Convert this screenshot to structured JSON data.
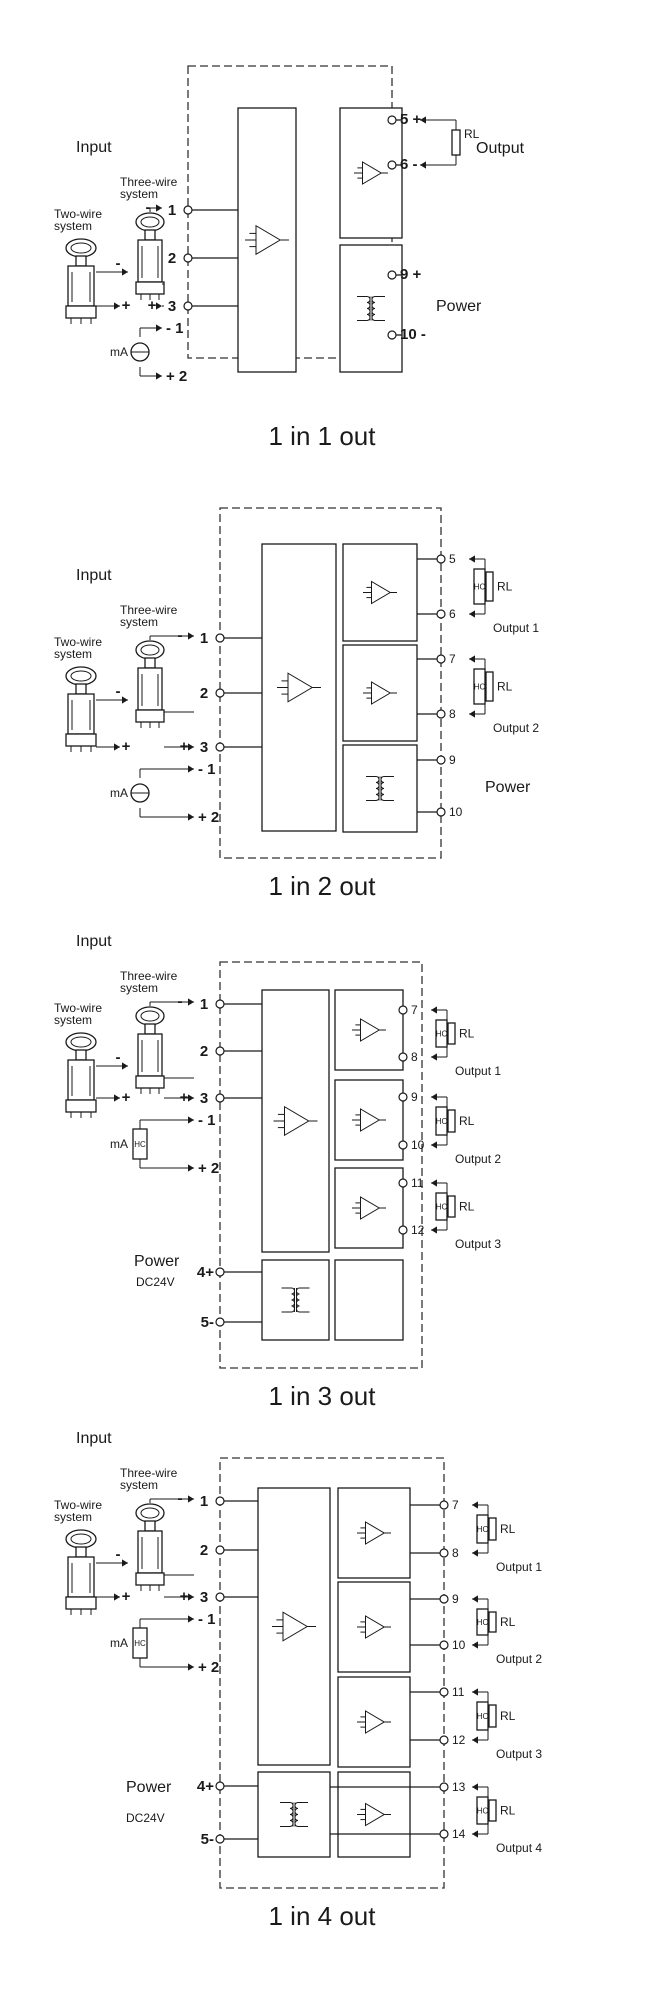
{
  "diagrams": [
    {
      "caption": "1 in  1 out",
      "input_label": "Input",
      "two_wire_label": [
        "Two-wire",
        "system"
      ],
      "three_wire_label": [
        "Three-wire",
        "system"
      ],
      "ma_label": "mA",
      "input_pins": [
        "1",
        "2",
        "3"
      ],
      "ma_pins": [
        "- 1",
        "+ 2"
      ],
      "outputs": [
        {
          "pins": [
            "5 +",
            "6 -"
          ],
          "label": "Output",
          "load": "RL"
        }
      ],
      "power": {
        "label": "Power",
        "pins": [
          "9  +",
          "10 -"
        ]
      }
    },
    {
      "caption": "1 in  2 out",
      "input_label": "Input",
      "two_wire_label": [
        "Two-wire",
        "system"
      ],
      "three_wire_label": [
        "Three-wire",
        "system"
      ],
      "ma_label": "mA",
      "input_pins": [
        "1",
        "2",
        "3"
      ],
      "ma_pins": [
        "- 1",
        "+ 2"
      ],
      "outputs": [
        {
          "pins": [
            "5",
            "6"
          ],
          "label": "Output 1",
          "load": "RL"
        },
        {
          "pins": [
            "7",
            "8"
          ],
          "label": "Output 2",
          "load": "RL"
        }
      ],
      "power": {
        "label": "Power",
        "pins": [
          "9",
          "10"
        ]
      }
    },
    {
      "caption": "1 in  3 out",
      "input_label": "Input",
      "two_wire_label": [
        "Two-wire",
        "system"
      ],
      "three_wire_label": [
        "Three-wire",
        "system"
      ],
      "ma_label": "mA",
      "input_pins": [
        "1",
        "2",
        "3"
      ],
      "ma_pins": [
        "- 1",
        "+ 2"
      ],
      "outputs": [
        {
          "pins": [
            "7",
            "8"
          ],
          "label": "Output 1",
          "load": "RL"
        },
        {
          "pins": [
            "9",
            "10"
          ],
          "label": "Output 2",
          "load": "RL"
        },
        {
          "pins": [
            "11",
            "12"
          ],
          "label": "Output 3",
          "load": "RL"
        }
      ],
      "power": {
        "label": "Power",
        "sub": "DC24V",
        "pins": [
          "4+",
          "5-"
        ]
      }
    },
    {
      "caption": "1 in  4 out",
      "input_label": "Input",
      "two_wire_label": [
        "Two-wire",
        "system"
      ],
      "three_wire_label": [
        "Three-wire",
        "system"
      ],
      "ma_label": "mA",
      "input_pins": [
        "1",
        "2",
        "3"
      ],
      "ma_pins": [
        "- 1",
        "+ 2"
      ],
      "outputs": [
        {
          "pins": [
            "7",
            "8"
          ],
          "label": "Output 1",
          "load": "RL"
        },
        {
          "pins": [
            "9",
            "10"
          ],
          "label": "Output 2",
          "load": "RL"
        },
        {
          "pins": [
            "11",
            "12"
          ],
          "label": "Output 3",
          "load": "RL"
        },
        {
          "pins": [
            "13",
            "14"
          ],
          "label": "Output 4",
          "load": "RL"
        }
      ],
      "power": {
        "label": "Power",
        "sub": "DC24V",
        "pins": [
          "4+",
          "5-"
        ]
      }
    }
  ]
}
